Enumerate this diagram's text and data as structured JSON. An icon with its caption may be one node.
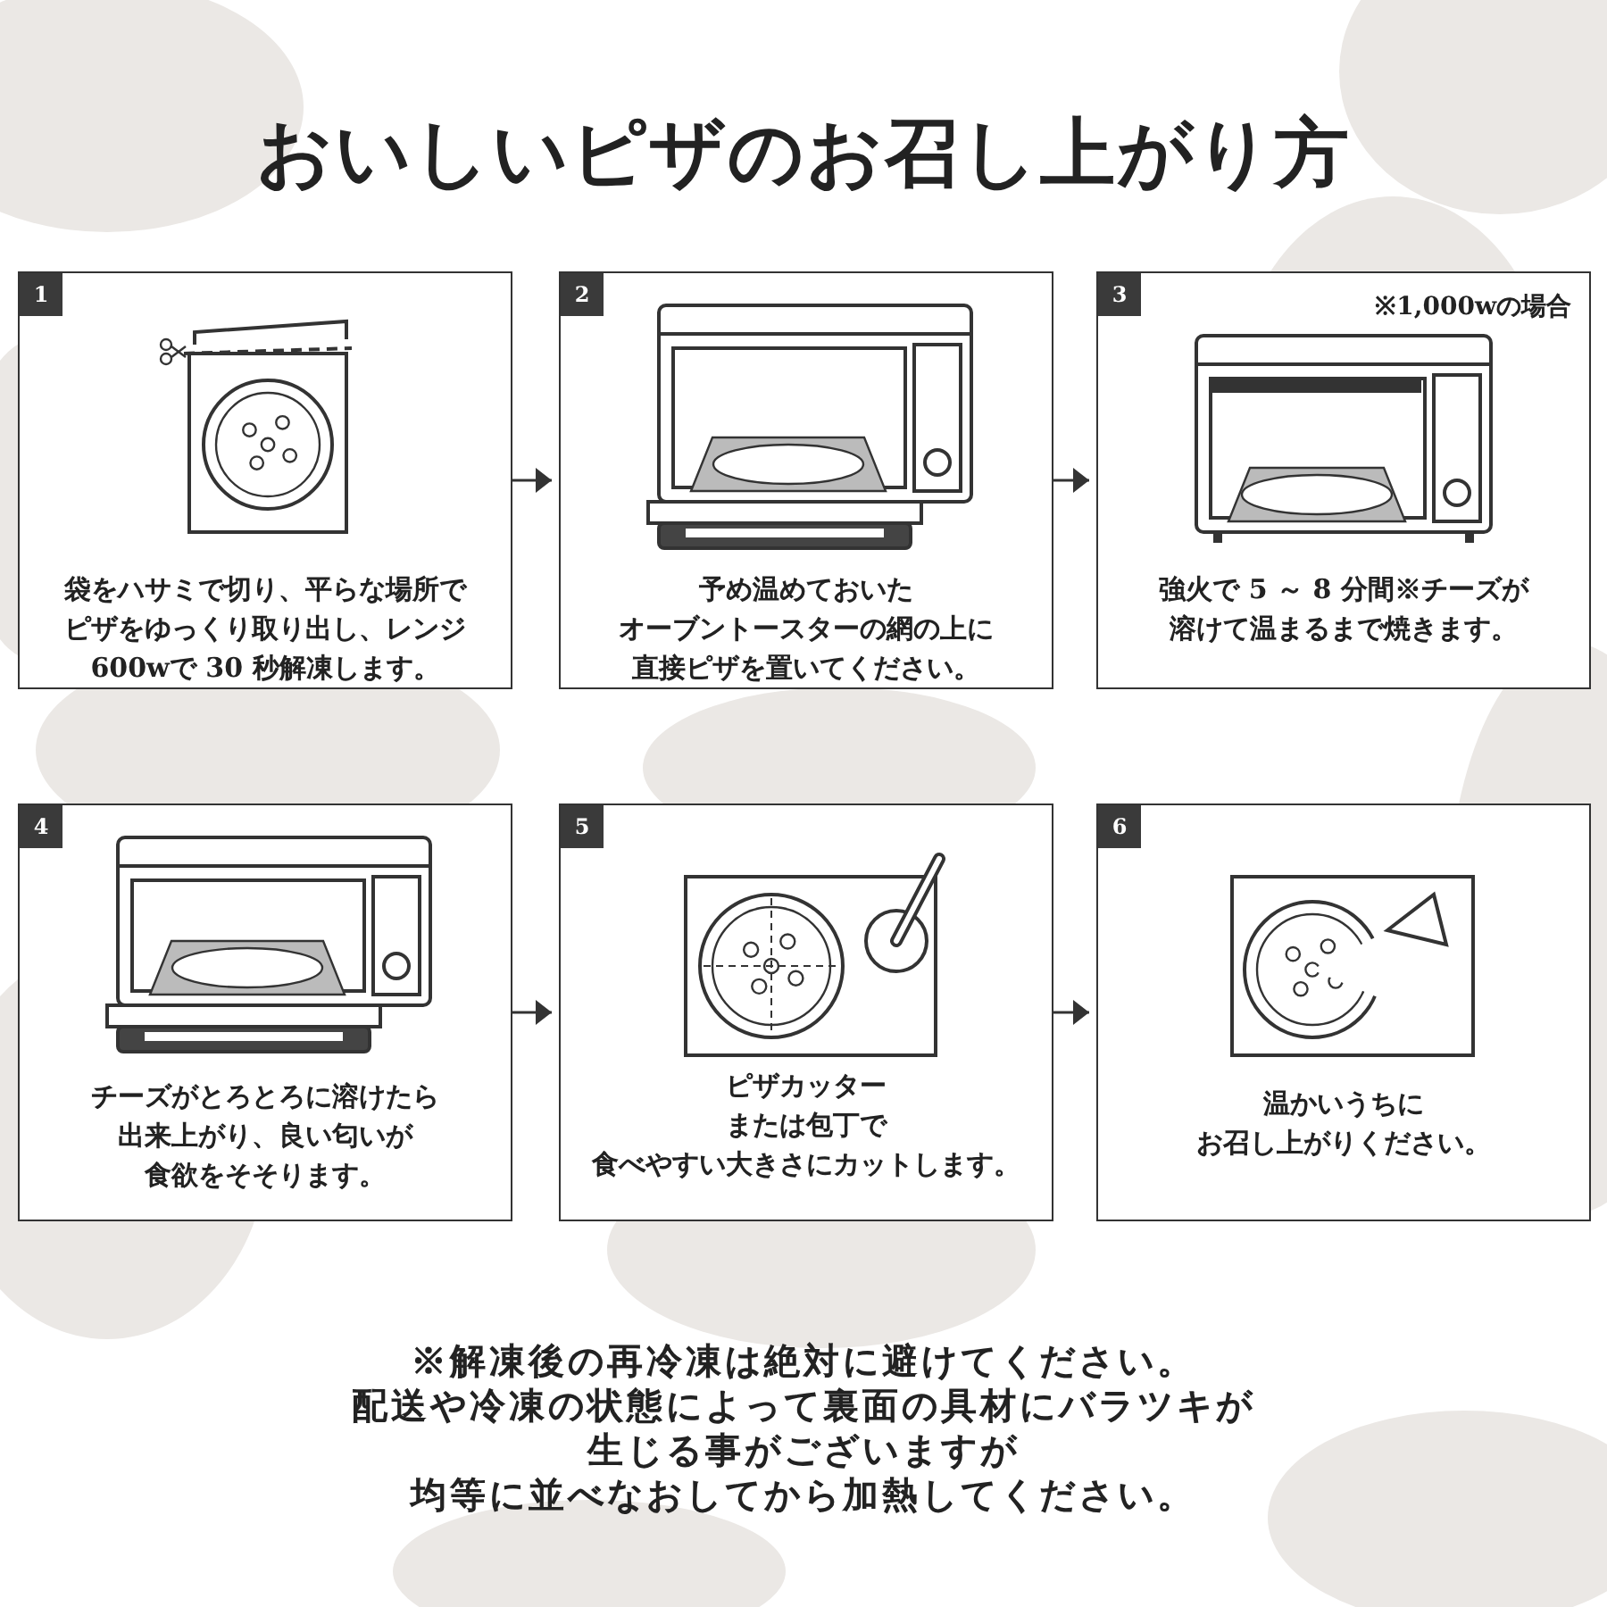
{
  "diagram": {
    "title": "おいしいピザのお召し上がり方",
    "nodes": [
      {
        "text": [
          "1",
          "袋をハサミで切り、平らな場所でピザをゆっくり取り出し、レンジ600wで 30 秒解凍します。"
        ]
      },
      {
        "text": [
          "2",
          "予め温めておいたオーブントースターの網の上に直接ピザを置いてください。"
        ]
      },
      {
        "text": [
          "3",
          "※1,000wの場合",
          "強火で 5 ～ 8 分間※チーズが溶けて温まるまで焼きます。"
        ]
      },
      {
        "text": [
          "4",
          "チーズがとろとろに溶けたら出来上がり、良い匂いが食欲をそそります。"
        ]
      },
      {
        "text": [
          "5",
          "ピザカッターまたは包丁で食べやすい大きさにカットします。"
        ]
      },
      {
        "text": [
          "6",
          "温かいうちにお召し上がりください。"
        ]
      }
    ],
    "edges": [
      {
        "from": 0,
        "to": 1,
        "arrow": "to"
      },
      {
        "from": 1,
        "to": 2,
        "arrow": "to"
      },
      {
        "from": 3,
        "to": 4,
        "arrow": "to"
      },
      {
        "from": 4,
        "to": 5,
        "arrow": "to"
      }
    ],
    "labels": [
      "※解凍後の再冷凍は絶対に避けてください。配送や冷凍の状態によって裏面の具材にバラツキが生じる事がございますが均等に並べなおしてから加熱してください。"
    ]
  }
}
